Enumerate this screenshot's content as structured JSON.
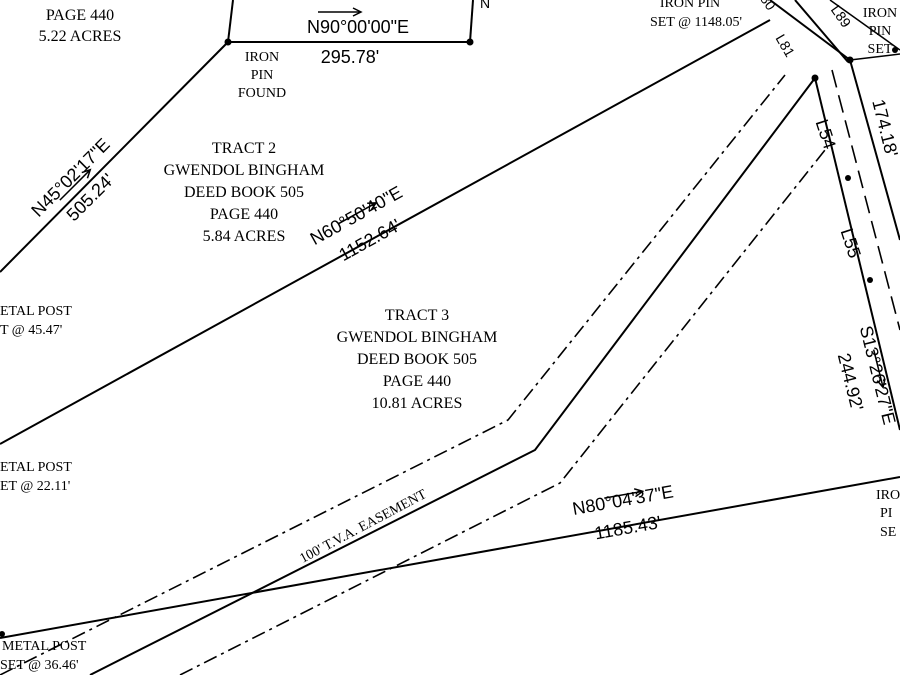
{
  "tracts": {
    "tract1": {
      "page": "PAGE 440",
      "acres": "5.22 ACRES"
    },
    "tract2": {
      "name": "TRACT 2",
      "owner": "GWENDOL BINGHAM",
      "deed": "DEED BOOK 505",
      "page": "PAGE 440",
      "acres": "5.84 ACRES"
    },
    "tract3": {
      "name": "TRACT 3",
      "owner": "GWENDOL BINGHAM",
      "deed": "DEED BOOK 505",
      "page": "PAGE 440",
      "acres": "10.81 ACRES"
    }
  },
  "calls": {
    "top": {
      "bearing": "N90°00'00\"E",
      "distance": "295.78'"
    },
    "nw": {
      "bearing": "N45°02'17\"E",
      "distance": "505.24'"
    },
    "middle": {
      "bearing": "N60°50'40\"E",
      "distance": "1152.64'"
    },
    "south": {
      "bearing": "N80°04'37\"E",
      "distance": "1185.43'"
    },
    "east": {
      "bearing": "S13°26'27\"E",
      "distance": "244.92'"
    },
    "right_top": {
      "distance": "174.18'"
    }
  },
  "points": {
    "iron_pin_found": {
      "l1": "IRON",
      "l2": "PIN",
      "l3": "FOUND"
    },
    "iron_pin_set_top": {
      "l1": "IRON PIN",
      "l2": "SET @ 1148.05'"
    },
    "iron_pin_right_top": {
      "l1": "IRON",
      "l2": "PIN",
      "l3": "SET"
    },
    "iron_pin_right_mid": {
      "l1": "IRO",
      "l2": "PI",
      "l3": "SE"
    },
    "metal_post_1": {
      "l1": "ETAL POST",
      "l2": "T @ 45.47'"
    },
    "metal_post_2": {
      "l1": "ETAL POST",
      "l2": "ET @ 22.11'"
    },
    "metal_post_3": {
      "l1": "METAL POST",
      "l2": "SET @ 36.46'"
    }
  },
  "line_labels": {
    "l54": "L54",
    "l55": "L55",
    "l81": "L81",
    "l89": "L89",
    "l80": "80"
  },
  "easement": {
    "label": "100' T.V.A. EASEMENT"
  },
  "fragments": {
    "top_right_n": "N"
  }
}
